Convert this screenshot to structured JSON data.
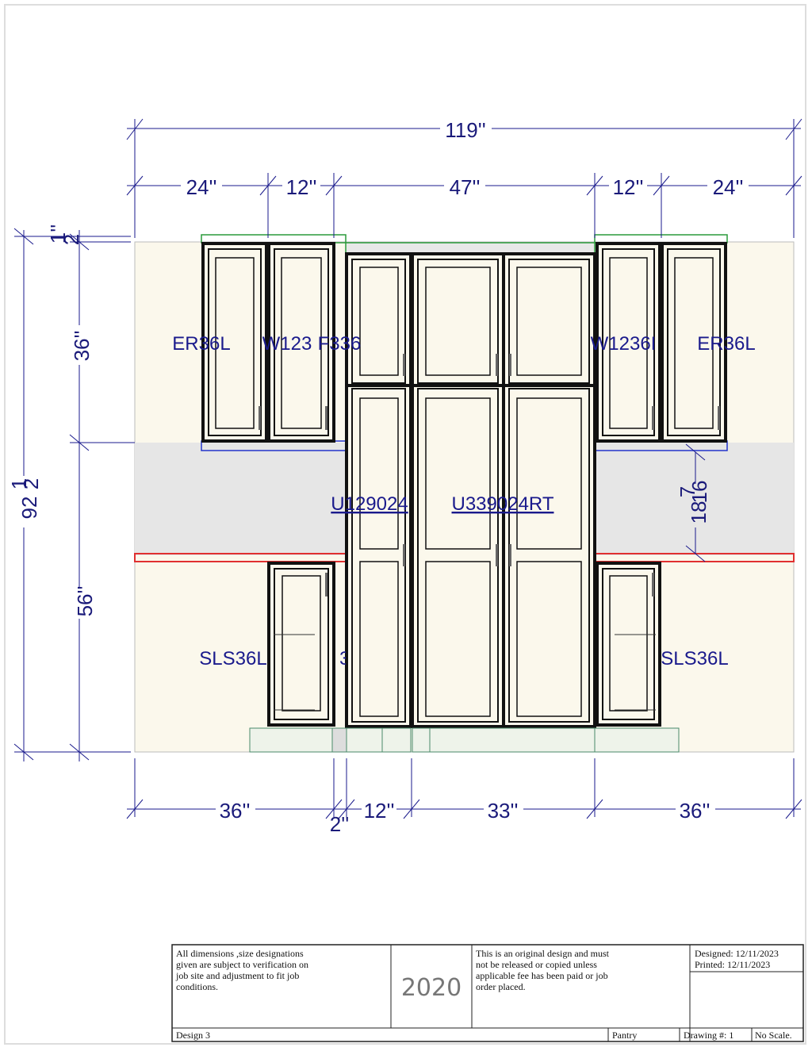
{
  "dimensions": {
    "overall_width": "119''",
    "top_24_left": "24''",
    "top_12_left": "12''",
    "top_47": "47''",
    "top_12_right": "12''",
    "top_24_right": "24''",
    "small_top": "1''",
    "small_top_frac": "2",
    "upper_height": "36''",
    "overall_height": "92",
    "overall_height_frac_num": "1",
    "overall_height_frac_den": "2",
    "base_height": "56''",
    "gap_height": "18",
    "gap_height_frac_num": "7",
    "gap_height_frac_den": "16",
    "bottom_36_left": "36''",
    "bottom_2": "2''",
    "bottom_12": "12''",
    "bottom_33": "33''",
    "bottom_36_right": "36''"
  },
  "labels": {
    "er_left": "ER36L",
    "w_left": "W123",
    "f336": "F336",
    "w_right": "W1236I",
    "er_right": "ER36L",
    "u129": "U129024",
    "u339": "U339024RT",
    "sls_left": "SLS36L",
    "sls_right": "SLS36L",
    "partial_33": "33"
  },
  "title_block": {
    "disclaimer": [
      "All dimensions ,size designations",
      "given are subject to verification on",
      "job site and adjustment to fit job",
      "conditions."
    ],
    "logo": "2020",
    "notice": [
      "This is an original design and must",
      "not be released or copied unless",
      "applicable fee has been paid or job",
      "order placed."
    ],
    "designed": "Designed: 12/11/2023",
    "printed": "Printed: 12/11/2023",
    "design_name": "Design 3",
    "room": "Pantry",
    "drawing_no": "Drawing #: 1",
    "scale": "No Scale."
  },
  "colors": {
    "dimension_line": "#1a1a8c",
    "wall": "#fbf8ec",
    "backsplash": "#e6e6e6",
    "countertop": "#e03030",
    "crown_green": "#2a9a3a",
    "blue_edge": "#2233cc"
  }
}
